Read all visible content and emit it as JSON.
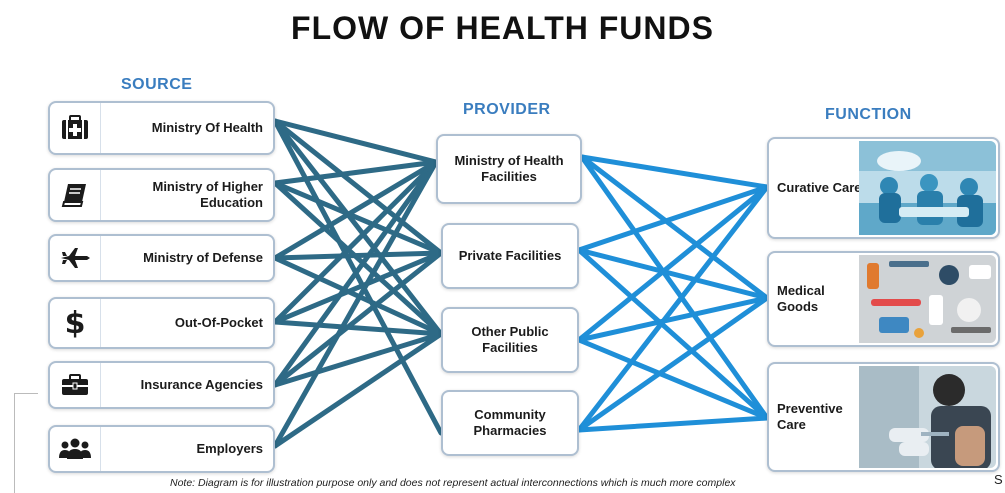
{
  "title": "FLOW OF HEALTH FUNDS",
  "headers": {
    "source": "SOURCE",
    "provider": "PROVIDER",
    "function": "FUNCTION"
  },
  "sources": [
    {
      "label": "Ministry Of Health",
      "icon": "medical-kit-icon"
    },
    {
      "label": "Ministry of Higher Education",
      "icon": "book-icon"
    },
    {
      "label": "Ministry of Defense",
      "icon": "fighter-jet-icon"
    },
    {
      "label": "Out-Of-Pocket",
      "icon": "dollar-icon"
    },
    {
      "label": "Insurance Agencies",
      "icon": "briefcase-icon"
    },
    {
      "label": "Employers",
      "icon": "people-icon"
    }
  ],
  "providers": [
    {
      "label": "Ministry of Health Facilities"
    },
    {
      "label": "Private Facilities"
    },
    {
      "label": "Other Public Facilities"
    },
    {
      "label": "Community Pharmacies"
    }
  ],
  "functions": [
    {
      "label": "Curative Care",
      "image": "surgery-photo"
    },
    {
      "label": "Medical Goods",
      "image": "medical-supplies-photo"
    },
    {
      "label": "Preventive Care",
      "image": "vaccination-photo"
    }
  ],
  "links_source_provider": [
    [
      0,
      0
    ],
    [
      0,
      1
    ],
    [
      0,
      2
    ],
    [
      0,
      3
    ],
    [
      1,
      0
    ],
    [
      1,
      1
    ],
    [
      1,
      2
    ],
    [
      2,
      0
    ],
    [
      2,
      1
    ],
    [
      2,
      2
    ],
    [
      3,
      0
    ],
    [
      3,
      1
    ],
    [
      3,
      2
    ],
    [
      4,
      0
    ],
    [
      4,
      1
    ],
    [
      4,
      2
    ],
    [
      5,
      0
    ],
    [
      5,
      2
    ]
  ],
  "links_provider_function": [
    [
      0,
      0
    ],
    [
      0,
      1
    ],
    [
      0,
      2
    ],
    [
      1,
      0
    ],
    [
      1,
      1
    ],
    [
      1,
      2
    ],
    [
      2,
      0
    ],
    [
      2,
      1
    ],
    [
      2,
      2
    ],
    [
      3,
      0
    ],
    [
      3,
      1
    ],
    [
      3,
      2
    ]
  ],
  "colors": {
    "source_links": "#2e6a86",
    "function_links": "#1f8fd8",
    "header": "#3a7dbf",
    "box_border": "#aebfd1"
  },
  "note": "Note: Diagram is for illustration purpose only and does not represent actual interconnections which is much more complex",
  "edge_letter": "S"
}
